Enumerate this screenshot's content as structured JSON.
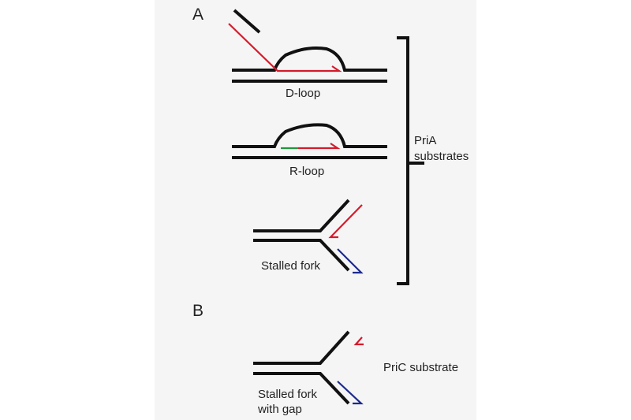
{
  "panels": {
    "a": {
      "letter": "A"
    },
    "b": {
      "letter": "B"
    }
  },
  "labels": {
    "d_loop": "D-loop",
    "r_loop": "R-loop",
    "stalled_fork": "Stalled fork",
    "pria_line1": "PriA",
    "pria_line2": "substrates",
    "pric": "PriC substrate",
    "stalled_gap_line1": "Stalled fork",
    "stalled_gap_line2": "with gap"
  },
  "colors": {
    "dna": "#111111",
    "invading_strand": "#d41b2c",
    "rna": "#1e9a3c",
    "lagging_strand": "#1c2a8e",
    "background": "#f5f5f5"
  }
}
